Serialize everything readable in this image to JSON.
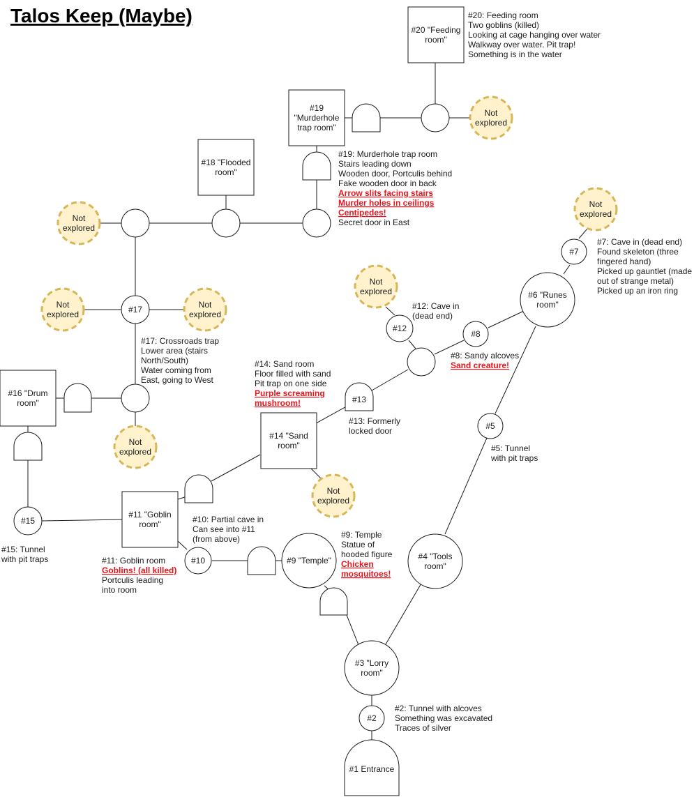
{
  "title": "Talos Keep (Maybe)",
  "colors": {
    "warning": "#e8141b",
    "unexplored_fill": "#fff2cc",
    "unexplored_stroke": "#d6b656"
  },
  "nodes": {
    "n1": [
      "#1 Entrance"
    ],
    "n2": [
      "#2"
    ],
    "n3": [
      "#3 \"Lorry",
      "room\""
    ],
    "n4": [
      "#4 \"Tools",
      "room\""
    ],
    "n5": [
      "#5"
    ],
    "n6": [
      "#6 \"Runes",
      "room\""
    ],
    "n7": [
      "#7"
    ],
    "n8": [
      "#8"
    ],
    "n9": [
      "#9 \"Temple\""
    ],
    "n10": [
      "#10"
    ],
    "n11": [
      "#11 \"Goblin",
      "room\""
    ],
    "n12": [
      "#12"
    ],
    "n13": [
      "#13"
    ],
    "n14": [
      "#14 \"Sand",
      "room\""
    ],
    "n15": [
      "#15"
    ],
    "n16": [
      "#16 \"Drum",
      "room\""
    ],
    "n17": [
      "#17"
    ],
    "n18": [
      "#18 \"Flooded",
      "room\""
    ],
    "n19": [
      "#19",
      "\"Murderhole",
      "trap room\""
    ],
    "n20": [
      "#20 \"Feeding",
      "room\""
    ],
    "unexplored": [
      "Not",
      "explored"
    ]
  },
  "notes": {
    "n2": [
      "#2: Tunnel with alcoves",
      "Something was excavated",
      "Traces of silver"
    ],
    "n5": [
      "#5: Tunnel",
      "with pit traps"
    ],
    "n7": [
      "#7: Cave in (dead end)",
      "Found skeleton (three",
      "fingered hand)",
      "Picked up gauntlet (made",
      "out of strange metal)",
      "Picked up an iron ring"
    ],
    "n8": [
      "#8: Sandy alcoves"
    ],
    "n8_warn": [
      "Sand creature!"
    ],
    "n9": [
      "#9: Temple",
      "Statue of",
      "hooded figure"
    ],
    "n9_warn": [
      "Chicken",
      "mosquitoes!"
    ],
    "n10": [
      "#10: Partial cave in",
      "Can see into #11",
      "(from above)"
    ],
    "n11": [
      "#11: Goblin room"
    ],
    "n11_warn": [
      "Goblins! (all killed)"
    ],
    "n11_tail": [
      "Portculis leading",
      "into room"
    ],
    "n12": [
      "#12: Cave in",
      "(dead end)"
    ],
    "n13": [
      "#13: Formerly",
      "locked door"
    ],
    "n14": [
      "#14: Sand room",
      "Floor filled with sand",
      "Pit trap on one side"
    ],
    "n14_warn": [
      "Purple screaming",
      "mushroom!"
    ],
    "n15": [
      "#15: Tunnel",
      "with pit traps"
    ],
    "n17": [
      "#17: Crossroads trap",
      "Lower area (stairs",
      "North/South)",
      "Water coming from",
      "East, going to West"
    ],
    "n19": [
      "#19: Murderhole trap room",
      "Stairs leading down",
      "Wooden door, Portculis behind",
      "Fake wooden door in back"
    ],
    "n19_warn": [
      "Arrow slits facing stairs",
      "Murder holes in ceilings",
      "Centipedes!"
    ],
    "n19_tail": [
      "Secret door in East"
    ],
    "n20": [
      "#20: Feeding room",
      "Two goblins (killed)",
      "Looking at cage hanging over water",
      "Walkway over water. Pit trap!",
      "Something is in the water"
    ]
  }
}
